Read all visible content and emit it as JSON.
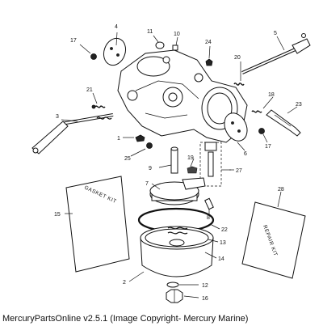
{
  "part_labels": [
    "1",
    "2",
    "3",
    "4",
    "5",
    "6",
    "7",
    "8",
    "9",
    "10",
    "11",
    "12",
    "13",
    "14",
    "15",
    "16",
    "17",
    "17",
    "18",
    "19",
    "20",
    "21",
    "22",
    "23",
    "24",
    "25",
    "27",
    "28"
  ],
  "gasket_kit_text": "GASKET KIT",
  "repair_kit_text": "REPAIR KIT",
  "caption": "MercuryPartsOnline v2.5.1 (Image Copyright- Mercury Marine)"
}
